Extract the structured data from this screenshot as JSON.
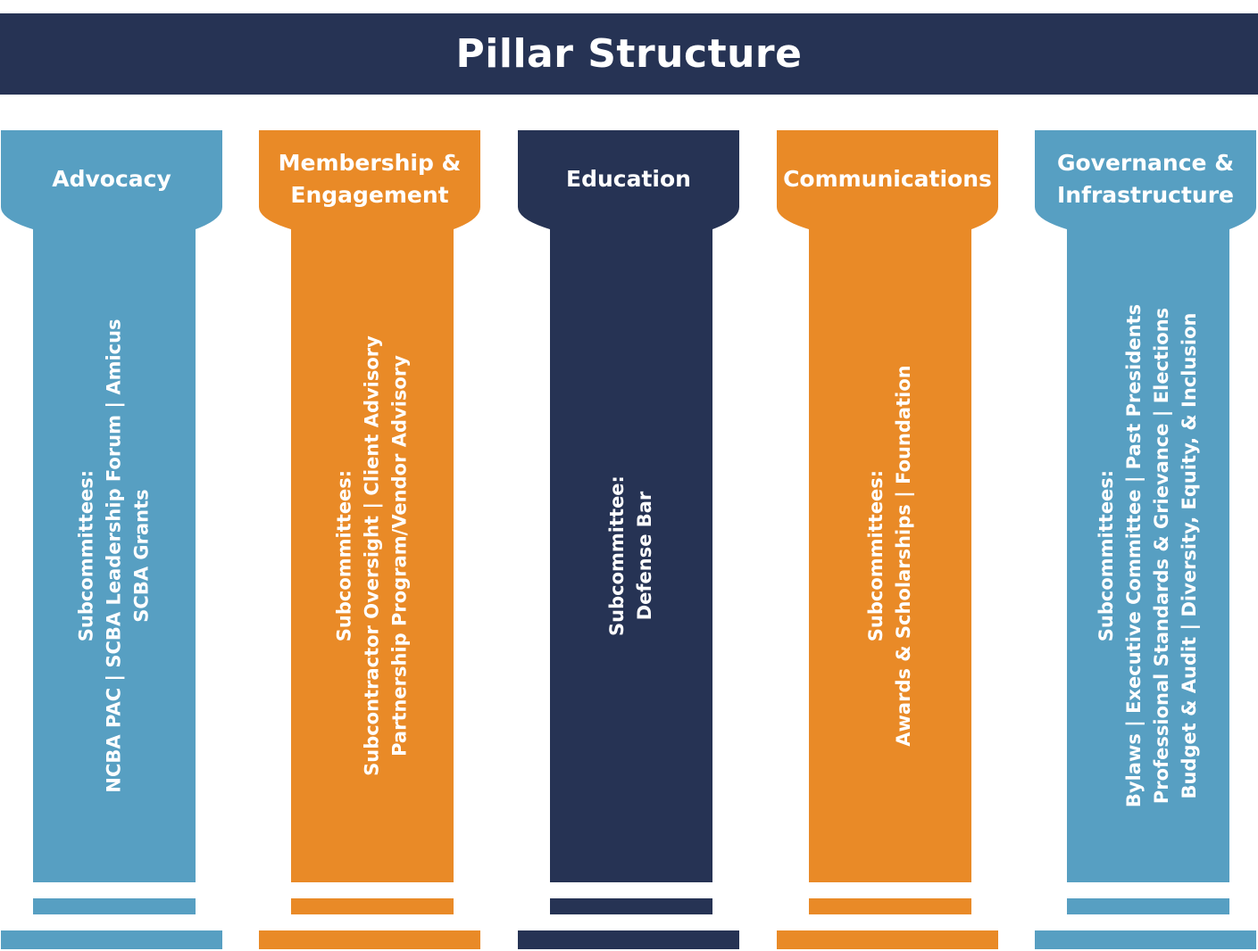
{
  "title": "Pillar Structure",
  "colors": {
    "navy": "#263354",
    "blue": "#579FC2",
    "orange": "#E98A27",
    "text": "#FFFFFF"
  },
  "pillars": [
    {
      "title": "Advocacy",
      "color": "#579FC2",
      "lines": [
        "Subcommittees:",
        "NCBA PAC | SCBA Leadership Forum | Amicus",
        "SCBA Grants"
      ]
    },
    {
      "title": "Membership &\nEngagement",
      "color": "#E98A27",
      "lines": [
        "Subcommittees:",
        "Subcontractor Oversight | Client Advisory",
        "Partnership Program/Vendor Advisory"
      ]
    },
    {
      "title": "Education",
      "color": "#263354",
      "lines": [
        "Subcommittee:",
        "Defense Bar"
      ]
    },
    {
      "title": "Communications",
      "color": "#E98A27",
      "lines": [
        "Subcommittees:",
        "Awards & Scholarships | Foundation"
      ]
    },
    {
      "title": "Governance &\nInfrastructure",
      "color": "#579FC2",
      "lines": [
        "Subcommittees:",
        "Bylaws | Executive Committee | Past Presidents",
        "Professional Standards & Grievance | Elections",
        "Budget & Audit | Diversity, Equity, & Inclusion"
      ]
    }
  ]
}
